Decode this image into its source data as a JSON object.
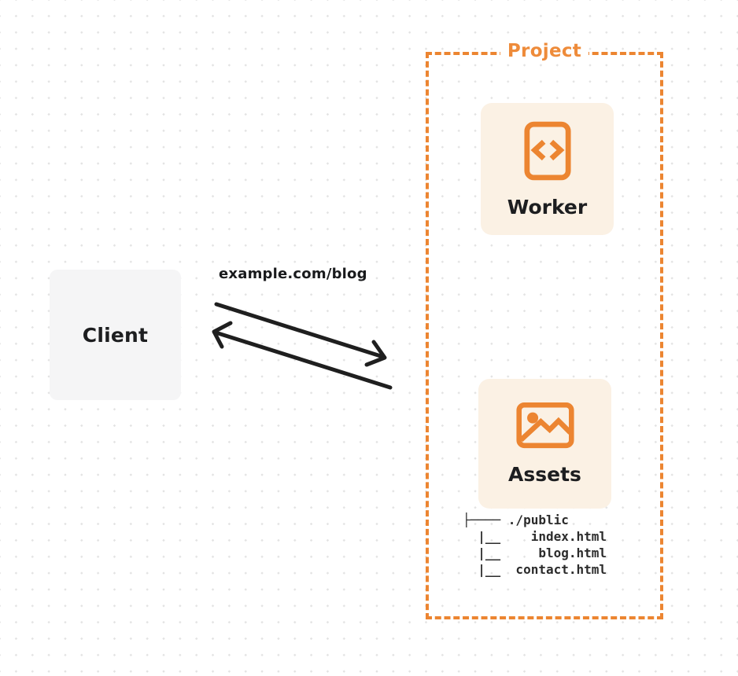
{
  "diagram": {
    "client": {
      "label": "Client"
    },
    "request": {
      "label": "example.com/blog"
    },
    "project": {
      "label": "Project",
      "worker": {
        "label": "Worker",
        "icon": "code-file-icon"
      },
      "assets": {
        "label": "Assets",
        "icon": "image-icon"
      }
    },
    "file_tree": {
      "lines": [
        "├──── ./public",
        "  |__    index.html",
        "  |__     blog.html",
        "  |__  contact.html"
      ]
    },
    "colors": {
      "accent_orange": "#ec8531",
      "card_background": "#fbf1e4",
      "client_background": "#f5f5f6",
      "text_dark": "#1d1e20",
      "arrow_black": "#1f1f1f",
      "dot_grid": "#e3e3e3"
    }
  }
}
